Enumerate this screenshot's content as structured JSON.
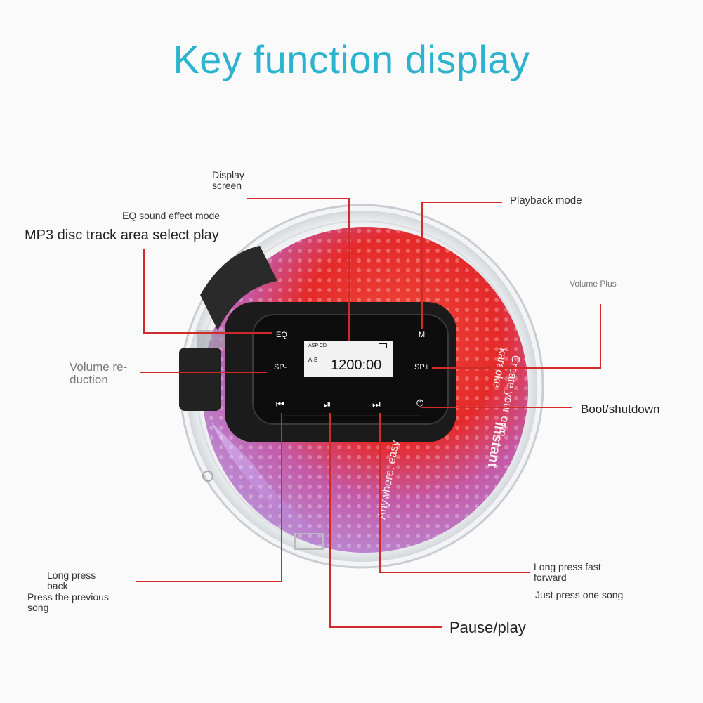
{
  "title": "Key function display",
  "labels": {
    "display_screen": [
      "Display",
      "screen"
    ],
    "eq_mode": "EQ sound effect mode",
    "mp3_area": "MP3 disc track area select play",
    "volume_reduction": [
      "Volume re-",
      "duction"
    ],
    "playback_mode": "Playback mode",
    "volume_plus": "Volume Plus",
    "boot_shutdown": "Boot/shutdown",
    "long_press_back": [
      "Long press",
      "back"
    ],
    "press_previous": [
      "Press the previous",
      "song"
    ],
    "long_press_fast": [
      "Long press fast",
      "forward"
    ],
    "just_press": "Just press one song",
    "pause_play": "Pause/play"
  },
  "keys": {
    "eq": "EQ",
    "sp_minus": "SP-",
    "m": "M",
    "sp_plus": "SP+"
  },
  "icons": {
    "prev": "previous-icon",
    "play_pause": "play-pause-icon",
    "next": "next-icon",
    "power": "power-icon"
  },
  "lcd": {
    "top_left": "ASP CD",
    "ab": "A-B",
    "time": "1200:00"
  },
  "disc_text": [
    "instant",
    "Create your own",
    "karaoke",
    "Anywhere. easy"
  ],
  "colors": {
    "title": "#2bb3cf",
    "leader_line": "#d12a2a",
    "disc_red": "#e52a2a",
    "disc_purple": "#b98fd6"
  }
}
